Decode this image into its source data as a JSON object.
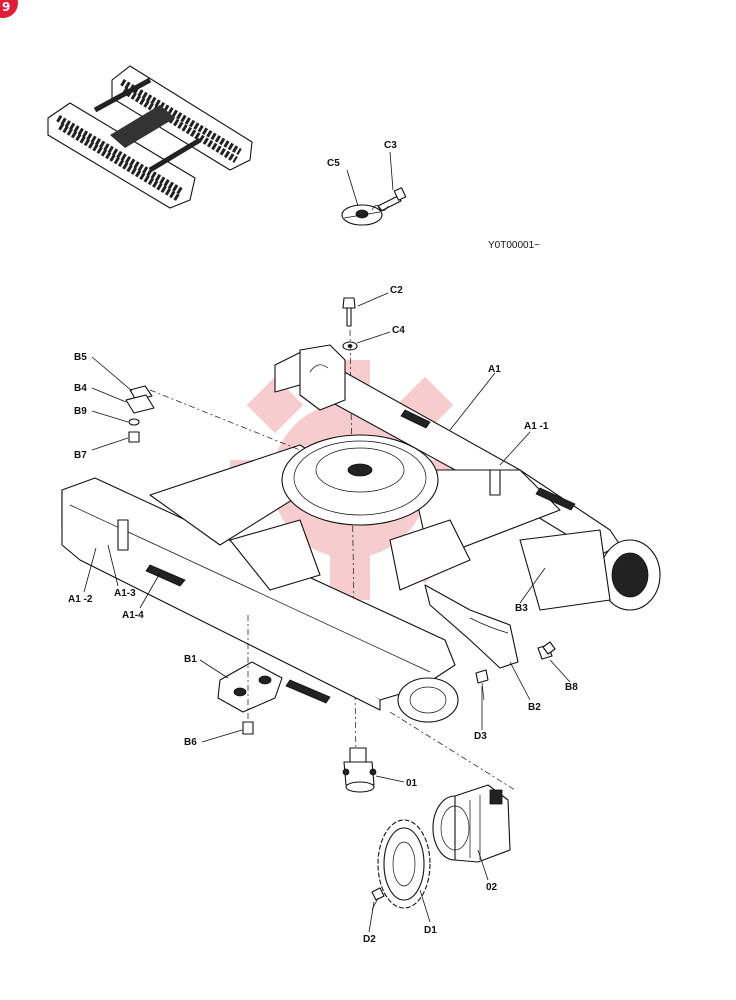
{
  "drawing": {
    "serial": "Y0T00001~",
    "watermark_icon": "gear-icon",
    "badge_color": "#e21d3a",
    "watermark_color": "#f2a3a8"
  },
  "labels": {
    "C5": "C5",
    "C3": "C3",
    "C2": "C2",
    "C4": "C4",
    "B5": "B5",
    "B4": "B4",
    "B9": "B9",
    "B7": "B7",
    "A1": "A1",
    "A1_1": "A1 -1",
    "A1_2": "A1 -2",
    "A1_3": "A1-3",
    "A1_4": "A1-4",
    "B3": "B3",
    "B1": "B1",
    "B6": "B6",
    "B2": "B2",
    "B8": "B8",
    "D3": "D3",
    "01": "01",
    "02": "02",
    "D1": "D1",
    "D2": "D2"
  }
}
